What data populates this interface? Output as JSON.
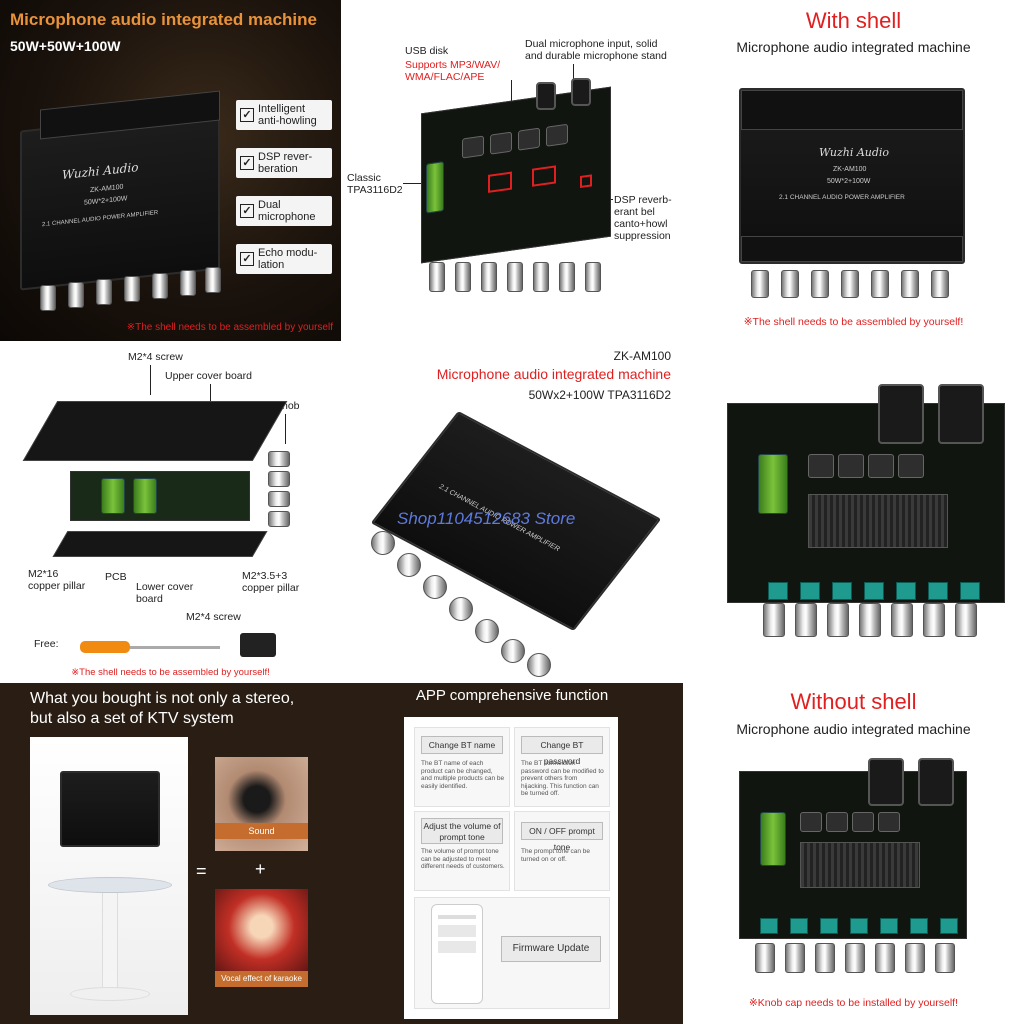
{
  "tile1": {
    "title": "Microphone audio integrated machine",
    "power": "50W+50W+100W",
    "features": [
      "Intelligent anti-howling",
      "DSP reverberation",
      "Dual microphone",
      "Echo modulation"
    ],
    "features_display": [
      "Intelligent\nanti-howling",
      "DSP rever-\nberation",
      "Dual\nmicrophone",
      "Echo modu-\nlation"
    ],
    "note": "※The shell needs to be assembled by yourself",
    "board": {
      "model": "ZK-AM100",
      "spec": "50W*2+100W",
      "line": "2.1 CHANNEL AUDIO POWER AMPLIFIER",
      "brand": "Wuzhi Audio"
    }
  },
  "tile2": {
    "usb_label": "USB disk",
    "usb_formats": "Supports MP3/WAV/\nWMA/FLAC/APE",
    "mic_label": "Dual microphone input, solid\nand durable microphone stand",
    "chip_label": "Classic\nTPA3116D2",
    "dsp_label": "DSP reverb-\nerant bel\ncanto+howl\nsuppression"
  },
  "tile3": {
    "title": "With shell",
    "subtitle": "Microphone audio integrated machine",
    "note": "※The shell needs to be assembled by yourself!",
    "board": {
      "model": "ZK-AM100",
      "spec": "50W*2+100W",
      "line": "2.1 CHANNEL AUDIO POWER AMPLIFIER",
      "brand": "Wuzhi Audio"
    }
  },
  "tile4": {
    "labels": {
      "m2_4_screw_top": "M2*4 screw",
      "upper_cover": "Upper cover board",
      "knob": "Knob",
      "m2_16": "M2*16\ncopper pillar",
      "pcb": "PCB",
      "lower_cover": "Lower cover\nboard",
      "m2_35": "M2*3.5+3\ncopper pillar",
      "m2_4_screw_bottom": "M2*4 screw",
      "free": "Free:"
    },
    "note": "※The shell needs to be assembled by yourself!"
  },
  "tile5": {
    "model": "ZK-AM100",
    "title": "Microphone audio integrated machine",
    "spec": "50Wx2+100W  TPA3116D2",
    "watermark": "Shop1104512683 Store",
    "board_line": "2.1 CHANNEL AUDIO POWER AMPLIFIER"
  },
  "tile7": {
    "headline": "What you bought is not only a stereo,\nbut also a set of KTV system",
    "sound_label": "Sound",
    "karaoke_label": "Vocal effect of karaoke",
    "equals": "=",
    "plus": "+"
  },
  "tile8": {
    "title": "APP comprehensive function",
    "cards": [
      {
        "button": "Change BT name",
        "desc": "The BT name of each product can be changed, and multiple products can be easily identified."
      },
      {
        "button": "Change BT password",
        "desc": "The BT connection password can be modified to prevent others from hijacking. This function can be turned off."
      },
      {
        "button": "Adjust the volume of prompt tone",
        "desc": "The volume of prompt tone can be adjusted to meet different needs of customers."
      },
      {
        "button": "ON / OFF prompt tone",
        "desc": "The prompt tone can be turned on or off."
      }
    ],
    "firmware": "Firmware Update"
  },
  "tile9": {
    "title": "Without shell",
    "subtitle": "Microphone audio integrated machine",
    "note": "※Knob cap needs to be installed by yourself!"
  },
  "colors": {
    "accent_orange": "#e8923a",
    "accent_red": "#e02020",
    "pot_teal": "#1f9a8e"
  }
}
